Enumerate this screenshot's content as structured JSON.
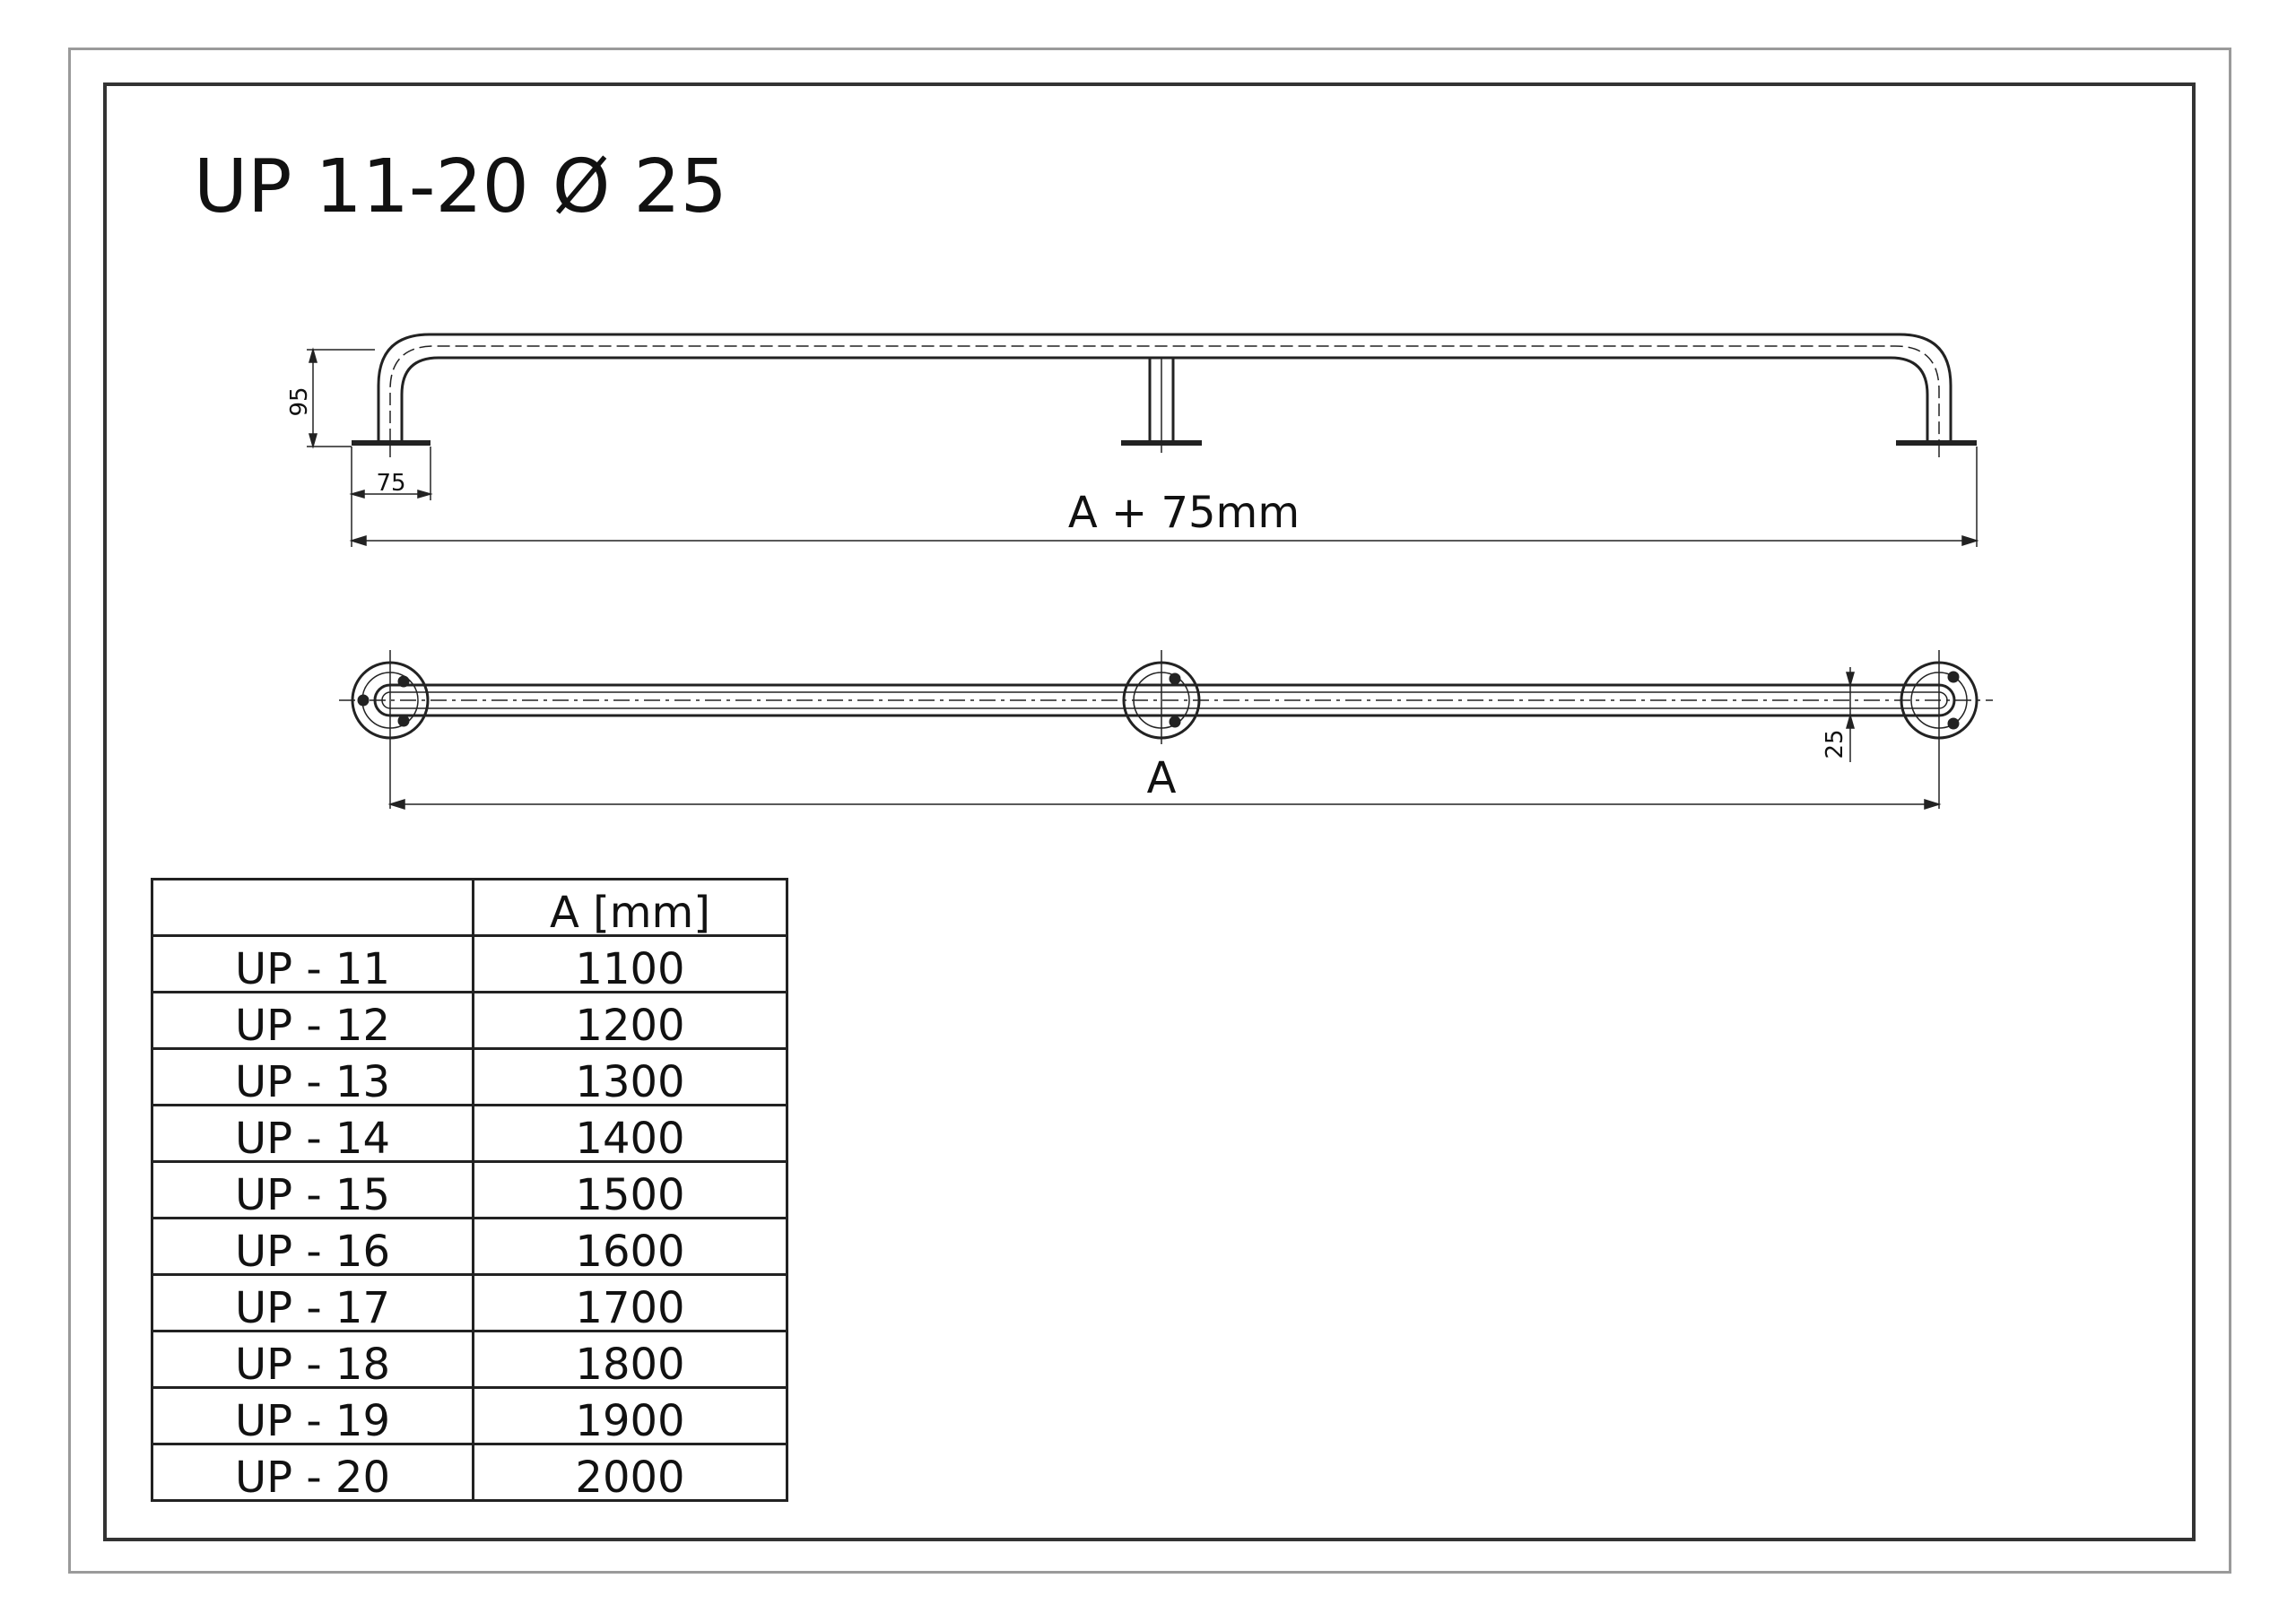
{
  "title": "UP 11-20 Ø 25",
  "side_view": {
    "height_label": "95",
    "flange_label": "75",
    "overall_label": "A + 75mm"
  },
  "top_view": {
    "length_label": "A",
    "diameter_label": "25"
  },
  "table": {
    "header": [
      "",
      "A [mm]"
    ],
    "rows": [
      [
        "UP - 11",
        "1100"
      ],
      [
        "UP - 12",
        "1200"
      ],
      [
        "UP - 13",
        "1300"
      ],
      [
        "UP - 14",
        "1400"
      ],
      [
        "UP - 15",
        "1500"
      ],
      [
        "UP - 16",
        "1600"
      ],
      [
        "UP - 17",
        "1700"
      ],
      [
        "UP - 18",
        "1800"
      ],
      [
        "UP - 19",
        "1900"
      ],
      [
        "UP - 20",
        "2000"
      ]
    ]
  }
}
